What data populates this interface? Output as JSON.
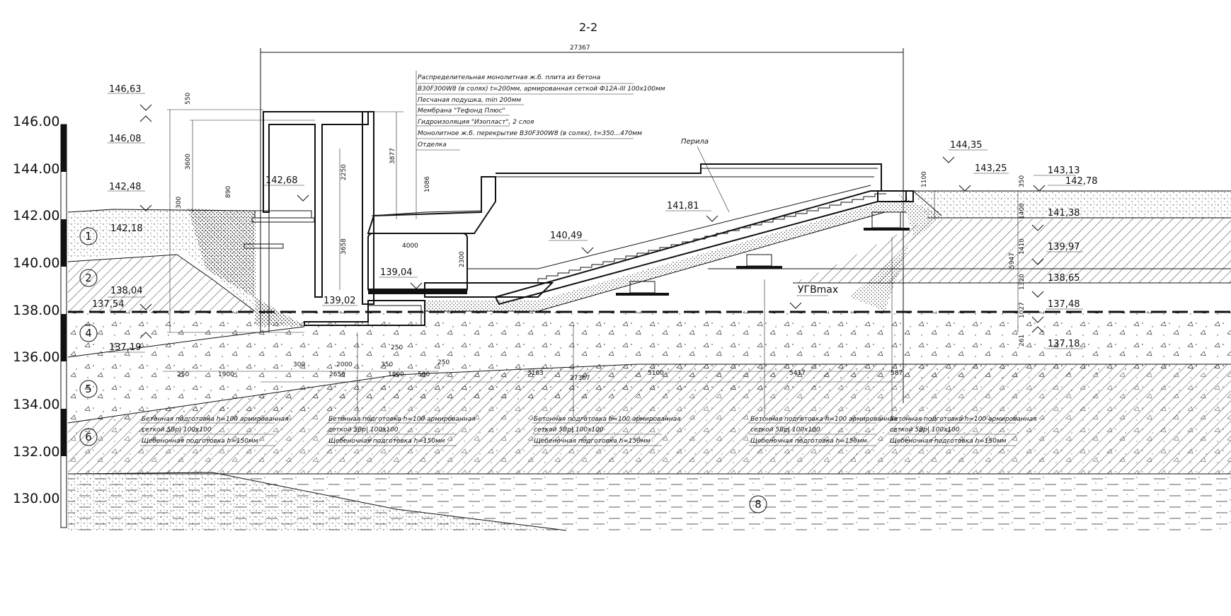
{
  "section_title": "2-2",
  "colors": {
    "line": "#111111",
    "background": "#ffffff"
  },
  "elevation_scale": [
    "146.00",
    "144.00",
    "142.00",
    "140.00",
    "138.00",
    "136.00",
    "134.00",
    "132.00",
    "130.00"
  ],
  "soil_layers": [
    "1",
    "2",
    "4",
    "5",
    "6",
    "8"
  ],
  "elevation_marks": {
    "m14663": "146,63",
    "m14608": "146,08",
    "m14248": "142,48",
    "m14218": "142,18",
    "m14268": "142,68",
    "m13804": "138,04",
    "m13754": "137,54",
    "m13719": "137,19",
    "m13904": "139,04",
    "m13902": "139,02",
    "m14049": "140,49",
    "m14181": "141,81",
    "m14435": "144,35",
    "m14325": "143,25",
    "m14313": "143,13",
    "m14278": "142,78",
    "m14138": "141,38",
    "m13997": "139,97",
    "m13865": "138,65",
    "m13748": "137,48",
    "m13718": "137,18"
  },
  "dimensions": {
    "d27367": "27367",
    "d27367b": "27367",
    "d550": "550",
    "d3600": "3600",
    "d300a": "300",
    "d890": "890",
    "d2250": "2250",
    "d3877": "3877",
    "d3658": "3658",
    "d4000": "4000",
    "d2300": "2300",
    "d1086": "1086",
    "d1100": "1100",
    "d350": "350",
    "d1400": "1400",
    "d1410": "1410",
    "d1320": "1320",
    "d1027": "1027",
    "d261": "261",
    "d5947": "5947",
    "d250a": "250",
    "d1900": "1900",
    "d300b": "300",
    "d2650": "2650",
    "d2000": "2000",
    "d350b": "350",
    "d1800": "1800",
    "d500": "500",
    "d250b": "250",
    "d250c": "250",
    "d3163": "3163",
    "d5100": "5100",
    "d5417": "5417",
    "d587": "587"
  },
  "layer_notes": [
    "Распределительная монолитная ж.б. плита из бетона",
    "B30F300W8 (в солях) t=200мм, армированная сеткой Ф12А-III 100х100мм",
    "Песчаная подушка, min 200мм",
    "Мембрана \"Тефонд Плюс\"",
    "Гидроизоляция \"Изопласт\", 2 слоя",
    "Монолитное ж.б. перекрытие B30F300W8 (в солях), t=350...470мм",
    "Отделка"
  ],
  "labels": {
    "railing": "Перила",
    "gwl": "УГВmax"
  },
  "foundation_notes": {
    "line1": "Бетонная подготовка h=100 армированная",
    "line2": "сеткой 5Вр| 100х100",
    "line3": "Щебеночная подготовка h=150мм"
  }
}
